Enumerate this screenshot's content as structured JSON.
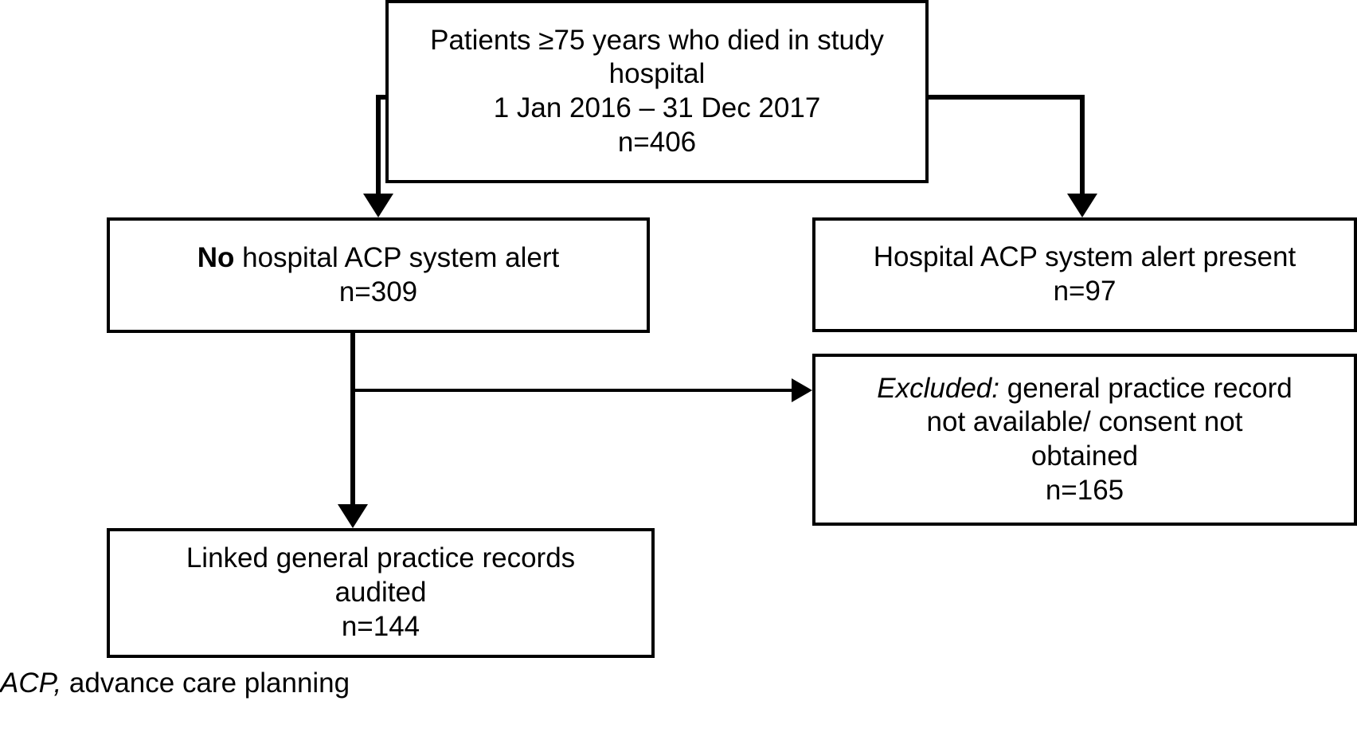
{
  "figure": {
    "type": "flowchart",
    "title": "",
    "background_color": "#ffffff",
    "line_color": "#000000",
    "text_color": "#000000"
  },
  "nodes": {
    "cohort": {
      "name": "study-cohort",
      "lines": [
        "Patients ≥75 years who died in study",
        "hospital",
        "1 Jan 2016 – 31 Dec 2017",
        "n=406"
      ],
      "count": "n=406",
      "count_value": 406
    },
    "no_alert": {
      "name": "no-acp-alert",
      "emphasis": "No",
      "rest": " hospital ACP system alert",
      "count": "n=309",
      "count_value": 309
    },
    "alert_present": {
      "name": "acp-alert-present",
      "lines": [
        "Hospital ACP system alert present"
      ],
      "count": "n=97",
      "count_value": 97
    },
    "excluded": {
      "name": "excluded-records",
      "emphasis": "Excluded:",
      "rest": " general practice record",
      "line2": "not available/ consent not",
      "line3": "obtained",
      "count": "n=165",
      "count_value": 165
    },
    "audited": {
      "name": "records-audited",
      "lines": [
        "Linked general practice records",
        "audited"
      ],
      "count": "n=144",
      "count_value": 144
    }
  },
  "connectors": [
    {
      "name": "cohort-to-no-alert",
      "from": "cohort",
      "to": "no_alert",
      "arrow": "down"
    },
    {
      "name": "cohort-to-alert-present",
      "from": "cohort",
      "to": "alert_present",
      "arrow": "down"
    },
    {
      "name": "no-alert-to-excluded",
      "from": "no_alert",
      "to": "excluded",
      "arrow": "right"
    },
    {
      "name": "no-alert-to-audited",
      "from": "no_alert",
      "to": "audited",
      "arrow": "down"
    }
  ],
  "footnote": {
    "abbrev": "ACP,",
    "expansion": " advance care planning"
  }
}
